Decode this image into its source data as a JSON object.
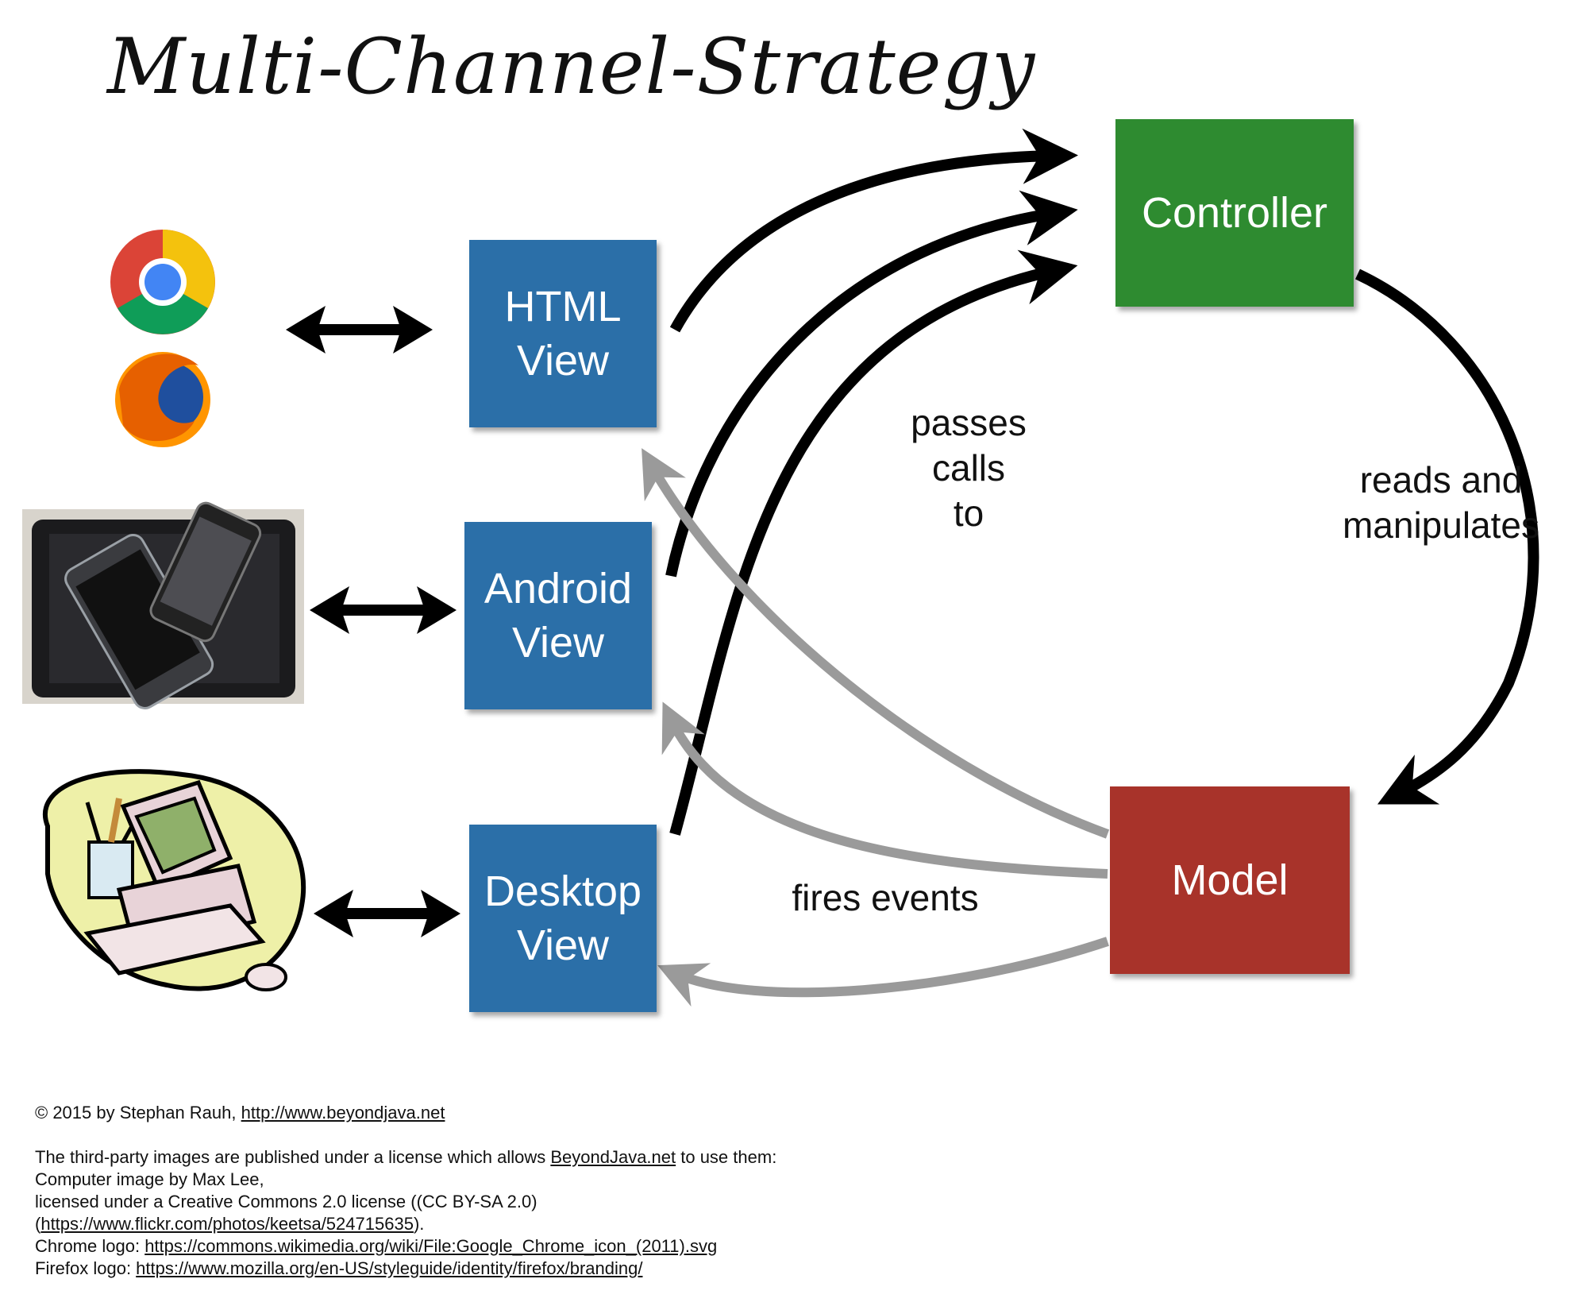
{
  "title": "Multi-Channel-Strategy",
  "boxes": {
    "html_view": "HTML\nView",
    "android_view": "Android\nView",
    "desktop_view": "Desktop\nView",
    "controller": "Controller",
    "model": "Model"
  },
  "labels": {
    "passes_calls": "passes\ncalls\nto",
    "reads_manipulates": "reads and\nmanipulates",
    "fires_events": "fires events"
  },
  "footer": {
    "copyright_prefix": "© 2015 by Stephan Rauh, ",
    "copyright_link": "http://www.beyondjava.net",
    "license_prefix": "The third-party images are published under a license which allows ",
    "license_link": "BeyondJava.net",
    "license_suffix": " to use them:",
    "computer_credit": "Computer image by Max Lee,",
    "cc_license": "licensed under a Creative Commons 2.0 license ((CC BY-SA 2.0)",
    "flickr_open": "(",
    "flickr_link": "https://www.flickr.com/photos/keetsa/524715635",
    "flickr_close": ").",
    "chrome_prefix": "Chrome logo: ",
    "chrome_link": "https://commons.wikimedia.org/wiki/File:Google_Chrome_icon_(2011).svg",
    "firefox_prefix": "Firefox logo: ",
    "firefox_link": "https://www.mozilla.org/en-US/styleguide/identity/firefox/branding/"
  },
  "colors": {
    "view": "#2b6fa8",
    "controller": "#2e8b30",
    "model": "#a8332a",
    "black_arrow": "#000000",
    "gray_arrow": "#999999"
  },
  "icons": [
    "chrome-logo-icon",
    "firefox-logo-icon",
    "tablet-phones-icon",
    "desktop-computer-icon"
  ]
}
